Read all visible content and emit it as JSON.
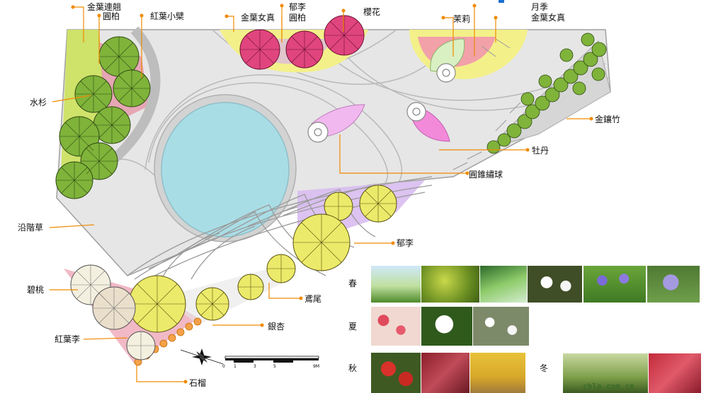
{
  "plants": {
    "jin_ye_lian_qiao": "金葉連翹",
    "yuan_bai_top": "圓柏",
    "hong_ye_xiao_bo": "紅葉小檗",
    "jin_ye_nv_zhen_top": "金葉女真",
    "yu_li_top": "郁李",
    "yuan_bai_mid": "圓柏",
    "ying_hua": "櫻花",
    "mo_li": "茉莉",
    "yue_ji": "月季",
    "jin_ye_nv_zhen_right": "金葉女真",
    "shui_shan": "水杉",
    "jin_xiang_zhu": "金鑲竹",
    "mu_dan": "牡丹",
    "yuan_zhui_xiu_qiu": "圓錐繡球",
    "yan_jie_cao": "沿階草",
    "yu_li_bottom": "郁李",
    "bi_tao": "碧桃",
    "yuan_wei": "鳶尾",
    "yin_xing": "銀杏",
    "hong_ye_li": "紅葉李",
    "shi_liu": "石榴"
  },
  "scale_bar": {
    "ticks": [
      "0",
      "1",
      "3",
      "5",
      "9M"
    ]
  },
  "seasons": {
    "spring": "春",
    "summer": "夏",
    "autumn": "秋",
    "winter": "冬"
  },
  "watermark": {
    "text": "chla.com.cn"
  },
  "colors": {
    "paving": "#e6e6e6",
    "pond": "#a9dde6",
    "tree_green": "#7fb33a",
    "tree_yellow": "#ecea6a",
    "tree_pink": "#e0457e",
    "bed_yellow": "#f3f08a",
    "bed_purple": "#c9a4e0",
    "leader": "#f08a00"
  }
}
